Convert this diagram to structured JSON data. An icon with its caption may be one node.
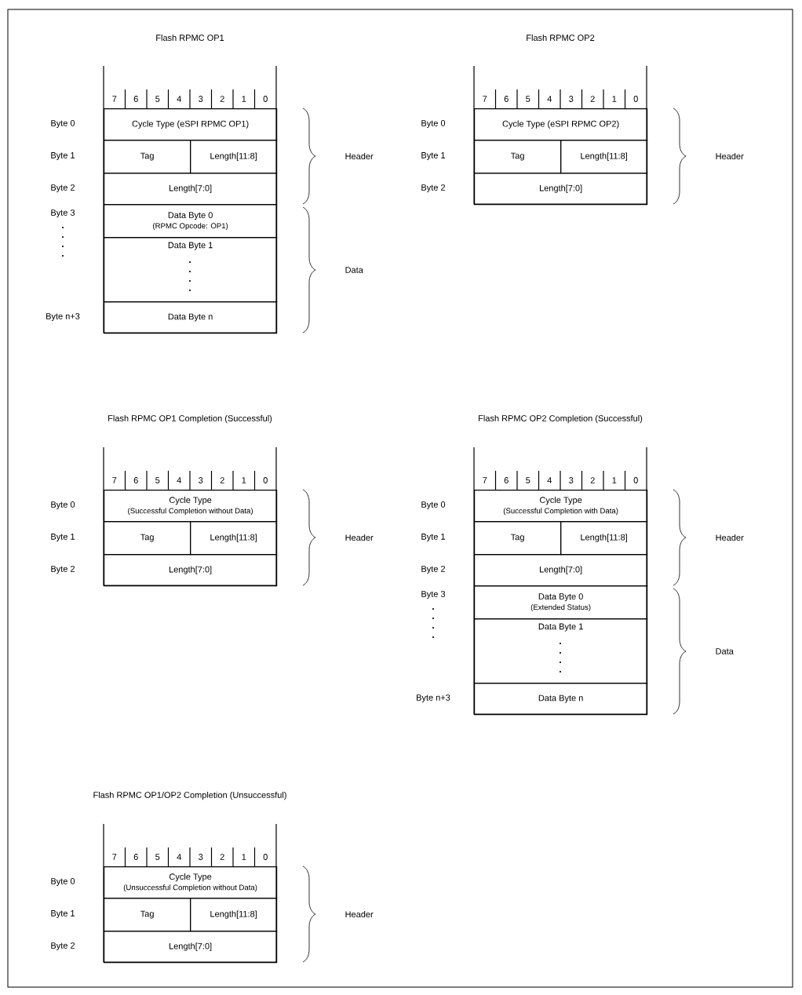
{
  "diagram": {
    "nodes": [
      {
        "text": [
          "Flash RPMC OP1"
        ]
      },
      {
        "text": [
          "7"
        ],
        "in": 0
      },
      {
        "text": [
          "6"
        ],
        "in": 0
      },
      {
        "text": [
          "5"
        ],
        "in": 0
      },
      {
        "text": [
          "4"
        ],
        "in": 0
      },
      {
        "text": [
          "3"
        ],
        "in": 0
      },
      {
        "text": [
          "2"
        ],
        "in": 0
      },
      {
        "text": [
          "1"
        ],
        "in": 0
      },
      {
        "text": [
          "0"
        ],
        "in": 0
      },
      {
        "text": [
          "Cycle Type (eSPI RPMC OP1)"
        ],
        "in": 0
      },
      {
        "text": [
          "Tag"
        ],
        "in": 0
      },
      {
        "text": [
          "Length[11:8]"
        ],
        "in": 0
      },
      {
        "text": [
          "Length[7:0]"
        ],
        "in": 0
      },
      {
        "text": [
          "Data Byte 0",
          "(RPMC Opcode: OP1)"
        ],
        "in": 0
      },
      {
        "text": [
          "Data Byte 1"
        ],
        "in": 0
      },
      {
        "text": [
          "Data Byte n"
        ],
        "in": 0
      },
      {
        "text": [
          "Flash RPMC OP2"
        ]
      },
      {
        "text": [
          "7"
        ],
        "in": 16
      },
      {
        "text": [
          "6"
        ],
        "in": 16
      },
      {
        "text": [
          "5"
        ],
        "in": 16
      },
      {
        "text": [
          "4"
        ],
        "in": 16
      },
      {
        "text": [
          "3"
        ],
        "in": 16
      },
      {
        "text": [
          "2"
        ],
        "in": 16
      },
      {
        "text": [
          "1"
        ],
        "in": 16
      },
      {
        "text": [
          "0"
        ],
        "in": 16
      },
      {
        "text": [
          "Cycle Type (eSPI RPMC OP2)"
        ],
        "in": 16
      },
      {
        "text": [
          "Tag"
        ],
        "in": 16
      },
      {
        "text": [
          "Length[11:8]"
        ],
        "in": 16
      },
      {
        "text": [
          "Length[7:0]"
        ],
        "in": 16
      },
      {
        "text": [
          "Flash RPMC OP1 Completion (Successful)"
        ]
      },
      {
        "text": [
          "7"
        ],
        "in": 29
      },
      {
        "text": [
          "6"
        ],
        "in": 29
      },
      {
        "text": [
          "5"
        ],
        "in": 29
      },
      {
        "text": [
          "4"
        ],
        "in": 29
      },
      {
        "text": [
          "3"
        ],
        "in": 29
      },
      {
        "text": [
          "2"
        ],
        "in": 29
      },
      {
        "text": [
          "1"
        ],
        "in": 29
      },
      {
        "text": [
          "0"
        ],
        "in": 29
      },
      {
        "text": [
          "Cycle Type",
          "(Successful Completion without Data)"
        ],
        "in": 29
      },
      {
        "text": [
          "Tag"
        ],
        "in": 29
      },
      {
        "text": [
          "Length[11:8]"
        ],
        "in": 29
      },
      {
        "text": [
          "Length[7:0]"
        ],
        "in": 29
      },
      {
        "text": [
          "Flash RPMC OP2 Completion (Successful)"
        ]
      },
      {
        "text": [
          "7"
        ],
        "in": 42
      },
      {
        "text": [
          "6"
        ],
        "in": 42
      },
      {
        "text": [
          "5"
        ],
        "in": 42
      },
      {
        "text": [
          "4"
        ],
        "in": 42
      },
      {
        "text": [
          "3"
        ],
        "in": 42
      },
      {
        "text": [
          "2"
        ],
        "in": 42
      },
      {
        "text": [
          "1"
        ],
        "in": 42
      },
      {
        "text": [
          "0"
        ],
        "in": 42
      },
      {
        "text": [
          "Cycle Type",
          "(Successful Completion with Data)"
        ],
        "in": 42
      },
      {
        "text": [
          "Tag"
        ],
        "in": 42
      },
      {
        "text": [
          "Length[11:8]"
        ],
        "in": 42
      },
      {
        "text": [
          "Length[7:0]"
        ],
        "in": 42
      },
      {
        "text": [
          "Data Byte 0",
          "(Extended Status)"
        ],
        "in": 42
      },
      {
        "text": [
          "Data Byte 1"
        ],
        "in": 42
      },
      {
        "text": [
          "Data Byte n"
        ],
        "in": 42
      },
      {
        "text": [
          "Flash RPMC OP1/OP2 Completion (Unsuccessful)"
        ]
      },
      {
        "text": [
          "7"
        ],
        "in": 58
      },
      {
        "text": [
          "6"
        ],
        "in": 58
      },
      {
        "text": [
          "5"
        ],
        "in": 58
      },
      {
        "text": [
          "4"
        ],
        "in": 58
      },
      {
        "text": [
          "3"
        ],
        "in": 58
      },
      {
        "text": [
          "2"
        ],
        "in": 58
      },
      {
        "text": [
          "1"
        ],
        "in": 58
      },
      {
        "text": [
          "0"
        ],
        "in": 58
      },
      {
        "text": [
          "Cycle Type",
          "(Unsuccessful Completion without Data)"
        ],
        "in": 58
      },
      {
        "text": [
          "Tag"
        ],
        "in": 58
      },
      {
        "text": [
          "Length[11:8]"
        ],
        "in": 58
      },
      {
        "text": [
          "Length[7:0]"
        ],
        "in": 58
      }
    ],
    "labels": [
      "Byte 0",
      "Byte 1",
      "Byte 2",
      "Byte 3",
      "Byte n+3",
      "Header",
      "Data",
      "Byte 0",
      "Byte 1",
      "Byte 2",
      "Header",
      "Byte 0",
      "Byte 1",
      "Byte 2",
      "Header",
      "Byte 0",
      "Byte 1",
      "Byte 2",
      "Byte 3",
      "Byte n+3",
      "Header",
      "Data",
      "Byte 0",
      "Byte 1",
      "Byte 2",
      "Header"
    ]
  }
}
